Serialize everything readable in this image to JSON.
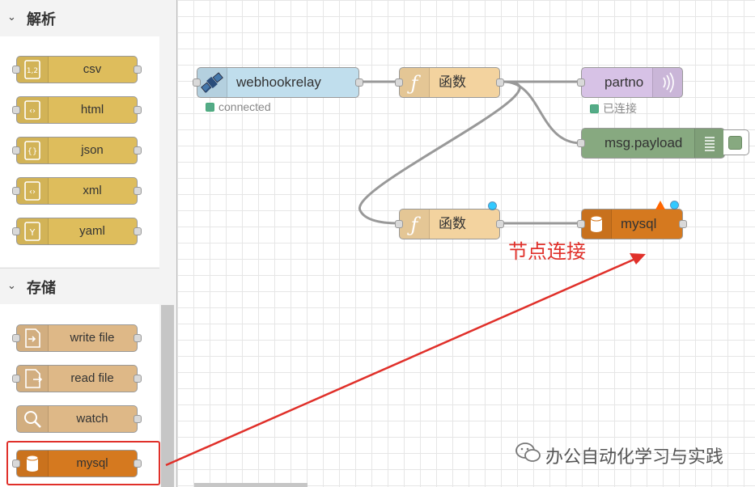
{
  "palette": {
    "categories": [
      {
        "label": "解析",
        "nodes": [
          {
            "label": "csv",
            "icon": "csv-icon"
          },
          {
            "label": "html",
            "icon": "html-icon"
          },
          {
            "label": "json",
            "icon": "json-icon"
          },
          {
            "label": "xml",
            "icon": "xml-icon"
          },
          {
            "label": "yaml",
            "icon": "yaml-icon"
          }
        ]
      },
      {
        "label": "存储",
        "nodes": [
          {
            "label": "write file",
            "icon": "write-file-icon"
          },
          {
            "label": "read file",
            "icon": "read-file-icon"
          },
          {
            "label": "watch",
            "icon": "watch-icon"
          },
          {
            "label": "mysql",
            "icon": "database-icon"
          }
        ]
      }
    ]
  },
  "flow": {
    "nodes": {
      "webhookrelay": {
        "label": "webhookrelay",
        "status": "connected"
      },
      "function1": {
        "label": "函数"
      },
      "partno": {
        "label": "partno",
        "status": "已连接"
      },
      "debug": {
        "label": "msg.payload"
      },
      "function2": {
        "label": "函数"
      },
      "mysql": {
        "label": "mysql"
      }
    },
    "annotation": "节点连接"
  },
  "watermark": "办公自动化学习与实践",
  "colors": {
    "parse_node": "#DEBD5C",
    "file_node": "#DEB887",
    "mysql_node": "#D5791F",
    "webhook_node": "#C0DEED",
    "function_node": "#F3D39F",
    "partno_node": "#D7C2E6",
    "debug_node": "#87A980",
    "annotation": "#E0302A",
    "status_dot": "#55AA88"
  }
}
